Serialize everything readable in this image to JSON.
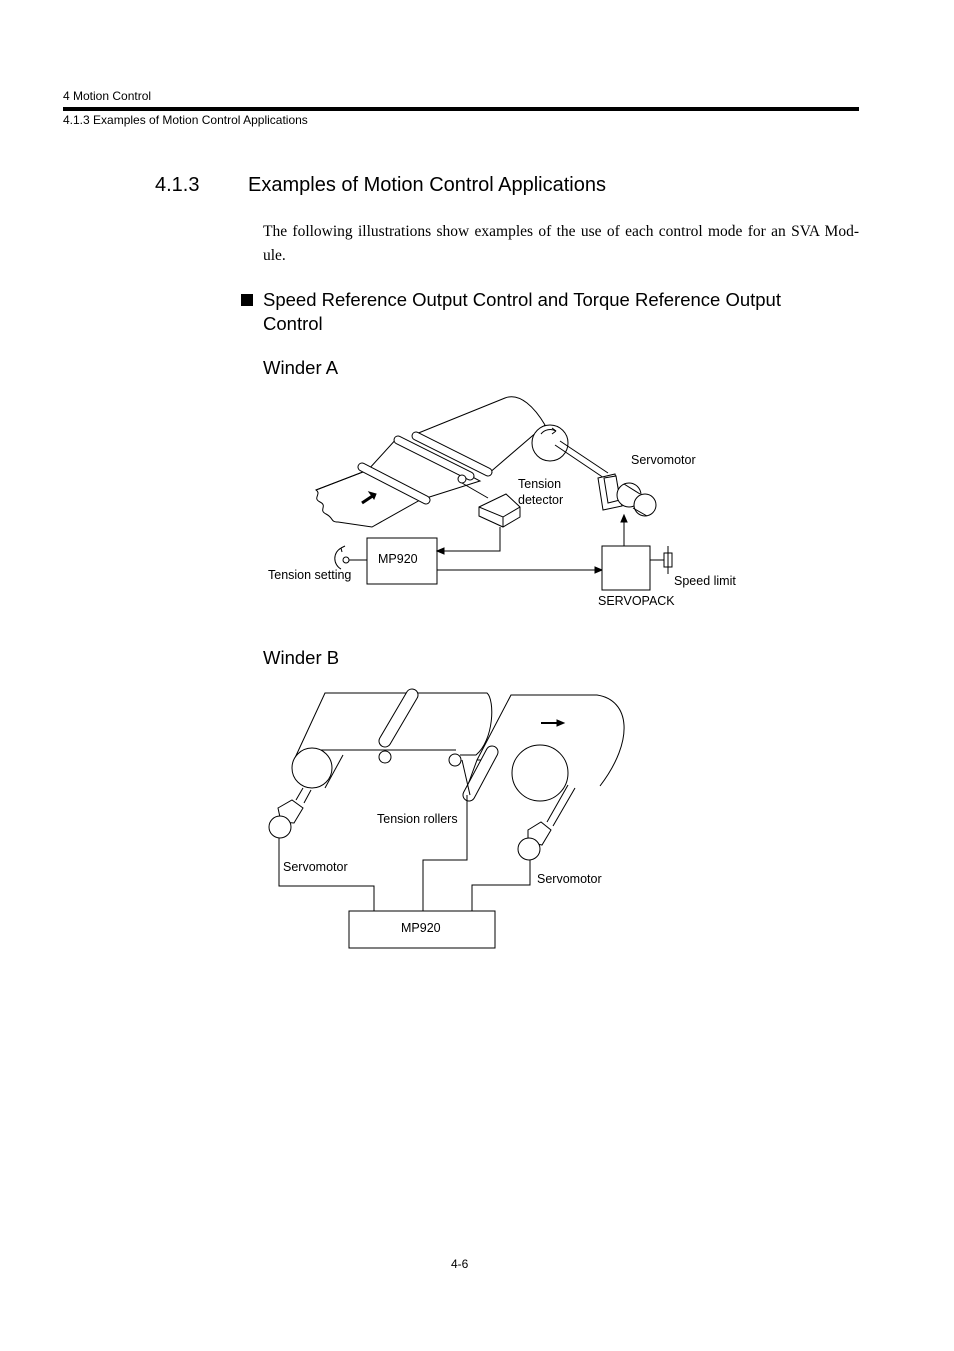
{
  "header": {
    "chapter": "4  Motion Control",
    "section": "4.1.3  Examples of Motion Control Applications"
  },
  "section": {
    "number": "4.1.3",
    "title": "Examples of Motion Control Applications"
  },
  "intro": "The following illustrations show examples of the use of each control mode for an SVA Mod- ule.",
  "subsection": {
    "title": "Speed Reference Output Control and Torque Reference Output Control"
  },
  "figure_a": {
    "title": "Winder A",
    "labels": {
      "servomotor": "Servomotor",
      "tension_detector": "Tension detector",
      "mp920": "MP920",
      "tension_setting": "Tension setting",
      "speed_limit": "Speed limit",
      "servopack": "SERVOPACK"
    }
  },
  "figure_b": {
    "title": "Winder B",
    "labels": {
      "tension_rollers": "Tension rollers",
      "servomotor_left": "Servomotor",
      "servomotor_right": "Servomotor",
      "mp920": "MP920"
    }
  },
  "footer": {
    "page_number": "4-6"
  }
}
